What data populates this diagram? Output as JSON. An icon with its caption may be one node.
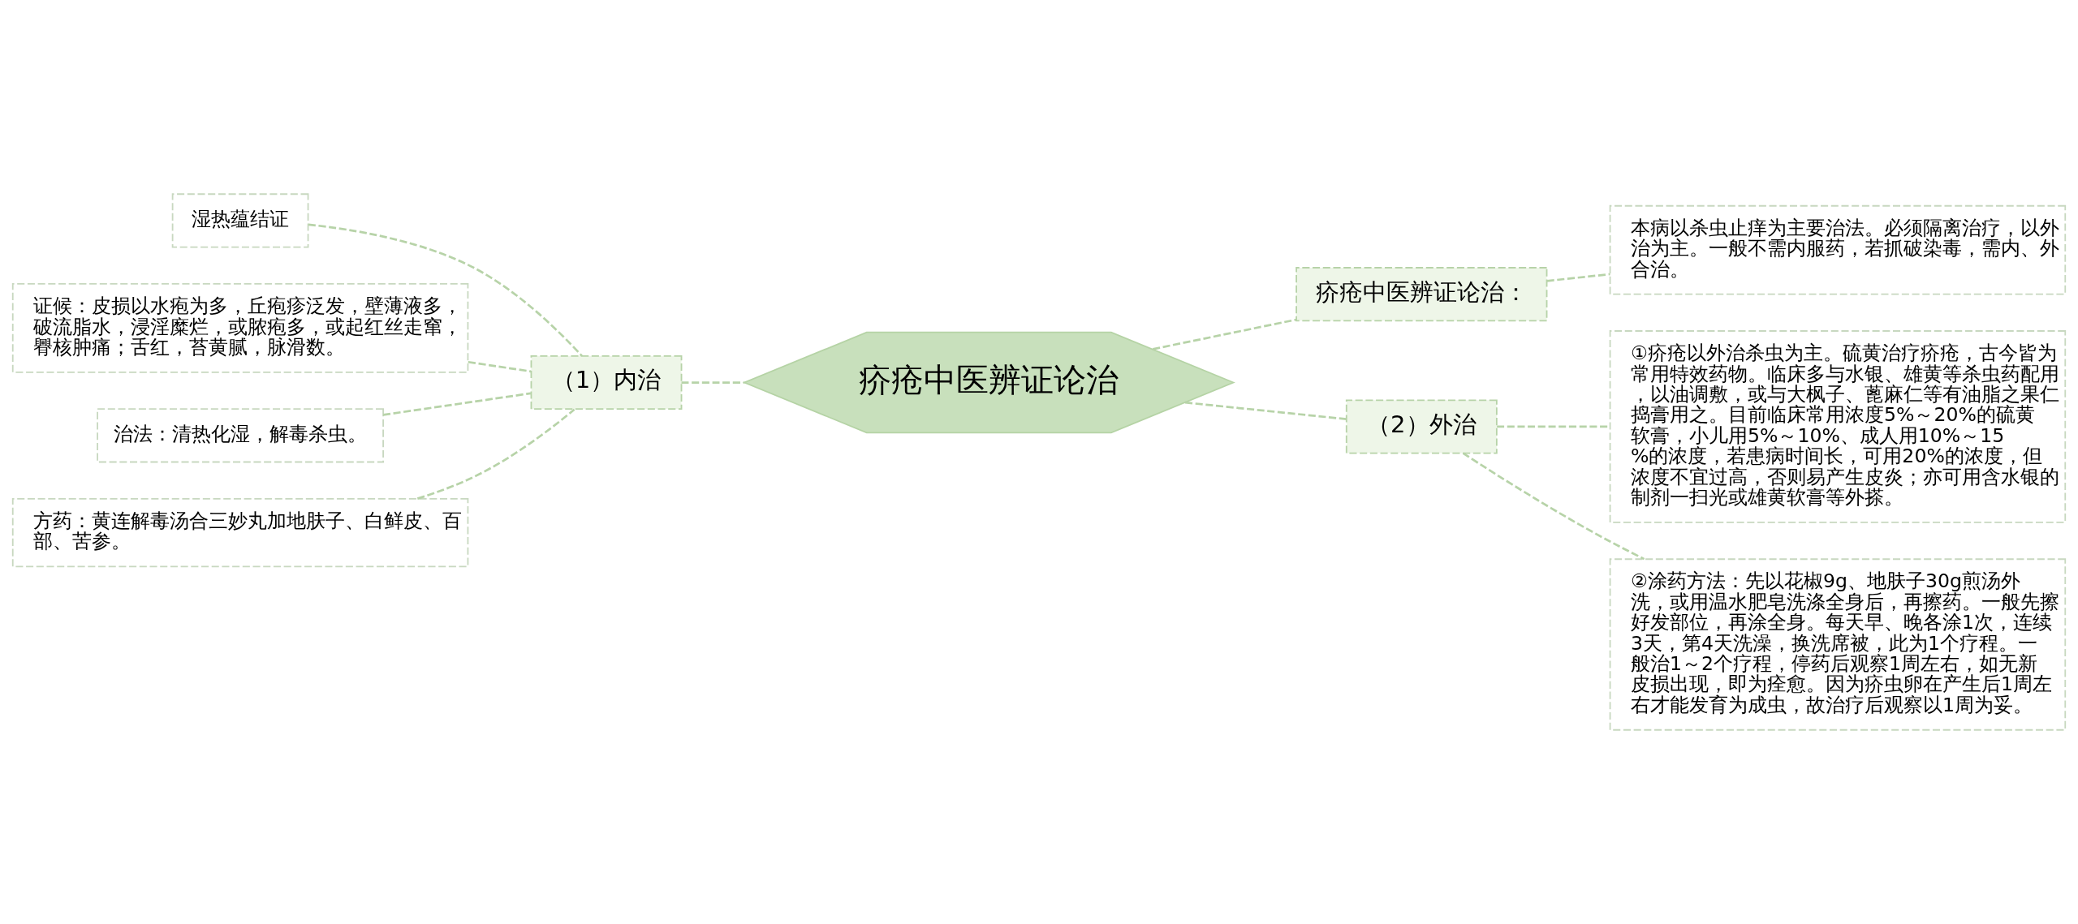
{
  "diagram": {
    "nodes": [
      {
        "text": [
          "疥疮中医辨证论治"
        ]
      },
      {
        "text": [
          "（1）内治"
        ]
      },
      {
        "text": [
          "湿热蕴结证"
        ]
      },
      {
        "text": [
          "证候：皮损以水疱为多，丘疱疹泛发，壁薄液多，破流脂水，浸淫糜烂，或脓疱多，或起红丝走窜，臖核肿痛；舌红，苔黄腻，脉滑数。"
        ]
      },
      {
        "text": [
          "治法：清热化湿，解毒杀虫。"
        ]
      },
      {
        "text": [
          "方药：黄连解毒汤合三妙丸加地肤子、白鲜皮、百部、苦参。"
        ]
      },
      {
        "text": [
          "疥疮中医辨证论治："
        ]
      },
      {
        "text": [
          "本病以杀虫止痒为主要治法。必须隔离治疗，以外治为主。一般不需内服药，若抓破染毒，需内、外合治。"
        ]
      },
      {
        "text": [
          "（2）外治"
        ]
      },
      {
        "text": [
          "①疥疮以外治杀虫为主。硫黄治疗疥疮，古今皆为常用特效药物。临床多与水银、雄黄等杀虫药配用，以油调敷，或与大枫子、蓖麻仁等有油脂之果仁捣膏用之。目前临床常用浓度5%～20%的硫黄软膏，小儿用5%～10%、成人用10%～15%的浓度，若患病时间长，可用20%的浓度，但浓度不宜过高，否则易产生皮炎；亦可用含水银的制剂一扫光或雄黄软膏等外搽。"
        ]
      },
      {
        "text": [
          "②涂药方法：先以花椒9g、地肤子30g煎汤外洗，或用温水肥皂洗涤全身后，再擦药。一般先擦好发部位，再涂全身。每天早、晚各涂1次，连续3天，第4天洗澡，换洗席被，此为1个疗程。一般治1～2个疗程，停药后观察1周左右，如无新皮损出现，即为痊愈。因为疥虫卵在产生后1周左右才能发育为成虫，故治疗后观察以1周为妥。"
        ]
      }
    ],
    "edges": [
      {
        "from": 0,
        "to": 1,
        "arrow": "none",
        "style": "dashed"
      },
      {
        "from": 1,
        "to": 2,
        "arrow": "none",
        "style": "dashed"
      },
      {
        "from": 1,
        "to": 3,
        "arrow": "none",
        "style": "dashed"
      },
      {
        "from": 1,
        "to": 4,
        "arrow": "none",
        "style": "dashed"
      },
      {
        "from": 1,
        "to": 5,
        "arrow": "none",
        "style": "dashed"
      },
      {
        "from": 0,
        "to": 6,
        "arrow": "none",
        "style": "dashed"
      },
      {
        "from": 6,
        "to": 7,
        "arrow": "none",
        "style": "dashed"
      },
      {
        "from": 0,
        "to": 8,
        "arrow": "none",
        "style": "dashed"
      },
      {
        "from": 8,
        "to": 9,
        "arrow": "none",
        "style": "dashed"
      },
      {
        "from": 8,
        "to": 10,
        "arrow": "none",
        "style": "dashed"
      }
    ]
  }
}
